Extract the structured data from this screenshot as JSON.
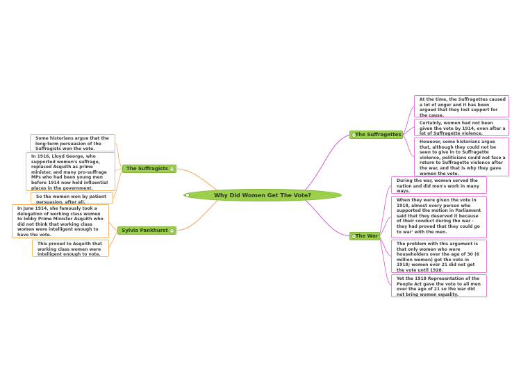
{
  "central": {
    "title": "Why Did Women Get The Vote?"
  },
  "branches": {
    "suffragettes": {
      "label": "The Suffragettes",
      "notes": [
        "At the time, the Suffragettes caused a lot of anger and it has been argued that they lost support for the cause.",
        "Certainly, women had not been given the vote by 1914, even after a lot of Suffragette violence.",
        "However, some historians argue that, although they could not be seen to give in to Suffragette violence, politicians could not face a return to Suffragette violence after the war, and that is why they gave women the vote."
      ]
    },
    "war": {
      "label": "The War",
      "notes": [
        "During the war, women served the nation and did men's work in many ways.",
        "When they were given the vote in 1918, almost every person who supported the motion in Parliament said that they deserved it because of their conduct during the war - they had proved that they could go to war' with the men.",
        "The problem with this argument is that only women who were householders over the age of 30 (6 million women) got the vote in 1918; women over 21 did not get the vote until 1928.",
        "Yet the 1918 Representation of the People Act gave the vote to all men over the age of 21 so the war did not bring women equality."
      ]
    },
    "suffragists": {
      "label": "The Suffragists",
      "notes": [
        "Some historians argue that the long-term persuasion of the Suffragists won the vote.",
        "In 1916, Lloyd George, who supported women's suffrage, replaced Asquith as prime minister, and many pro-suffrage MPs who had been young men before 1914 now held influential places in the government.",
        "So the women won by patient persuasion, after all."
      ]
    },
    "pankhurst": {
      "label": "Sylvia Pankhurst",
      "notes": [
        "In June 1914, she famously took a delegation of working class women to lobby Prime Minister Asquith who did not think that working class women were intelligent enough to have the vote.",
        "This proved to Asquith that working class women were intelligent enough to vote."
      ]
    }
  },
  "colors": {
    "branch_fill": "#9ccf4b",
    "right_links": "#d35ad0",
    "left_links": "#f5a650",
    "note_border_right": "#e07ad8",
    "note_border_left": "#f5b868"
  }
}
